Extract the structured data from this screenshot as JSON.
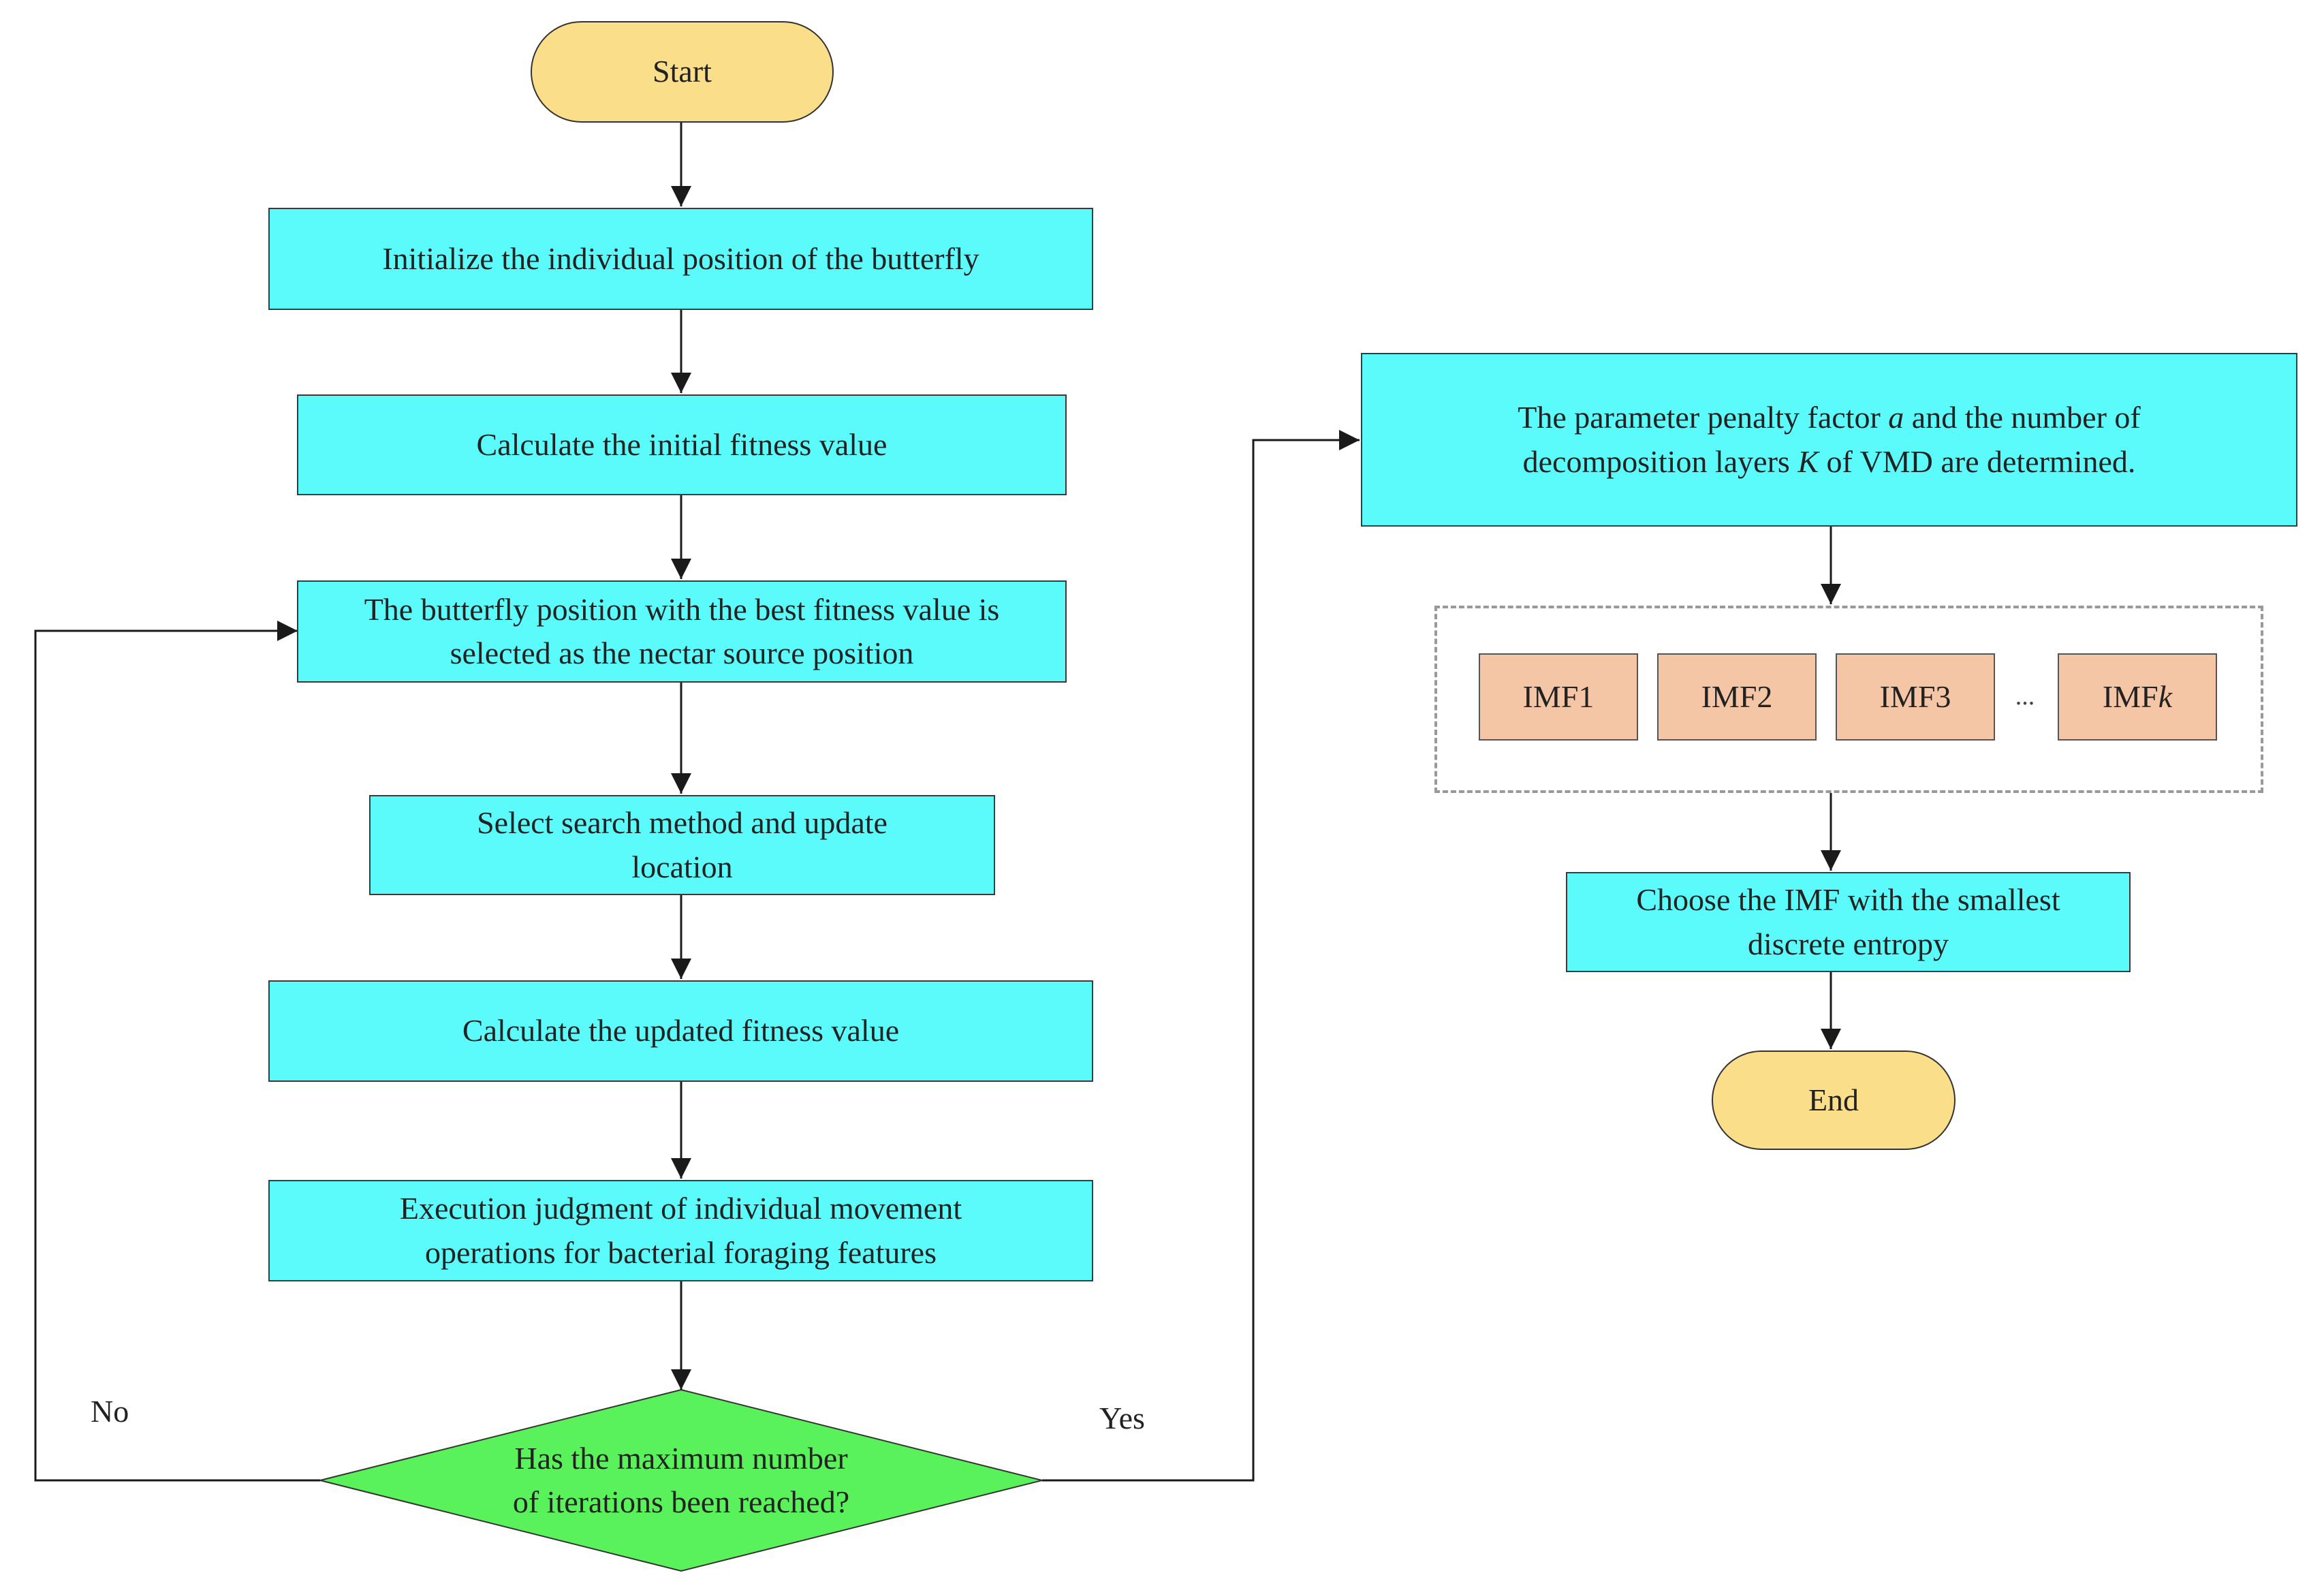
{
  "colors": {
    "terminal_fill": "#FBDE8A",
    "process_fill": "#5CFBFB",
    "decision_fill": "#5AF25A",
    "imf_fill": "#F5C6A5",
    "line": "#1a1a1a",
    "group_border": "#999999"
  },
  "left_flow": {
    "start": "Start",
    "init_position": "Initialize the individual position of the butterfly",
    "initial_fitness": "Calculate the initial fitness value",
    "best_position": {
      "line1": "The butterfly position with the best fitness value is",
      "line2": "selected as the nectar source position"
    },
    "search_update": {
      "line1": "Select search method and update",
      "line2": "location"
    },
    "updated_fitness": "Calculate the updated fitness value",
    "execution_judgment": {
      "line1": "Execution judgment of individual movement",
      "line2": "operations for bacterial foraging features"
    },
    "decision": {
      "line1": "Has the maximum number",
      "line2": "of iterations been reached?"
    },
    "no_label": "No",
    "yes_label": "Yes"
  },
  "right_flow": {
    "vmd_params": {
      "line1_pre": "The parameter penalty factor ",
      "line1_var": "a",
      "line1_post": " and the number of",
      "line2_pre": "decomposition layers ",
      "line2_var": "K",
      "line2_post": " of VMD are determined."
    },
    "imfs": {
      "imf1": "IMF1",
      "imf2": "IMF2",
      "imf3": "IMF3",
      "ellipsis": "...",
      "imfk_prefix": "IMF",
      "imfk_var": "k"
    },
    "choose_imf": {
      "line1": "Choose the IMF with the smallest",
      "line2": "discrete entropy"
    },
    "end": "End"
  }
}
